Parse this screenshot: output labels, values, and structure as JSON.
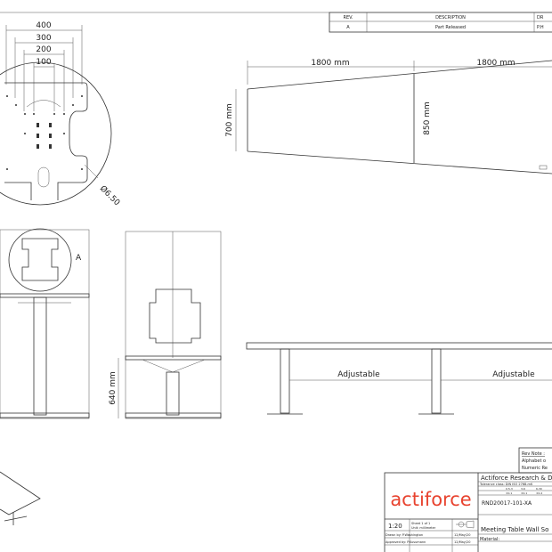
{
  "revision_table": {
    "headers": [
      "REV.",
      "DESCRIPTION",
      "DR"
    ],
    "rows": [
      [
        "A",
        "Part Released",
        "P.H"
      ]
    ]
  },
  "detail_a": {
    "dims": [
      "400",
      "300",
      "200",
      "100"
    ],
    "hole": "Ø6.50",
    "label": "A"
  },
  "top_view": {
    "length_left": "1800 mm",
    "length_right": "1800 mm",
    "width_end": "700 mm",
    "width_middle": "850 mm"
  },
  "side_view": {
    "height": "640 mm"
  },
  "long_view": {
    "adjustable_left": "Adjustable",
    "adjustable_right": "Adjustable"
  },
  "rev_note": {
    "title": "Rev Note :",
    "line1": "Alphabet o",
    "line2": "Numeric Re"
  },
  "title_block": {
    "logo": "actiforce",
    "company": "Actiforce Research & D",
    "tolerance": "Tolerance class: DIN ISO 2768-mK",
    "part_number": "RND20017-101-XA",
    "title": "Meeting Table Wall So",
    "material_label": "Material:",
    "scale": "1:20",
    "sheet": "Sheet 1 of 1",
    "unit": "Unit: millimeter",
    "drawn_by": "Drawn by: P.Washington",
    "approved_by": "Approved by: P.Kusumann",
    "drawn_date": "12/May/20",
    "approved_date": "12/May/20",
    "accuracy_cols": [
      "0.5-3",
      "3-6",
      "6-30"
    ],
    "accuracy_vals": [
      "±0.1",
      "±0.1",
      "±0.2"
    ]
  },
  "colors": {
    "logo": "#e8432f",
    "line": "#333333"
  }
}
